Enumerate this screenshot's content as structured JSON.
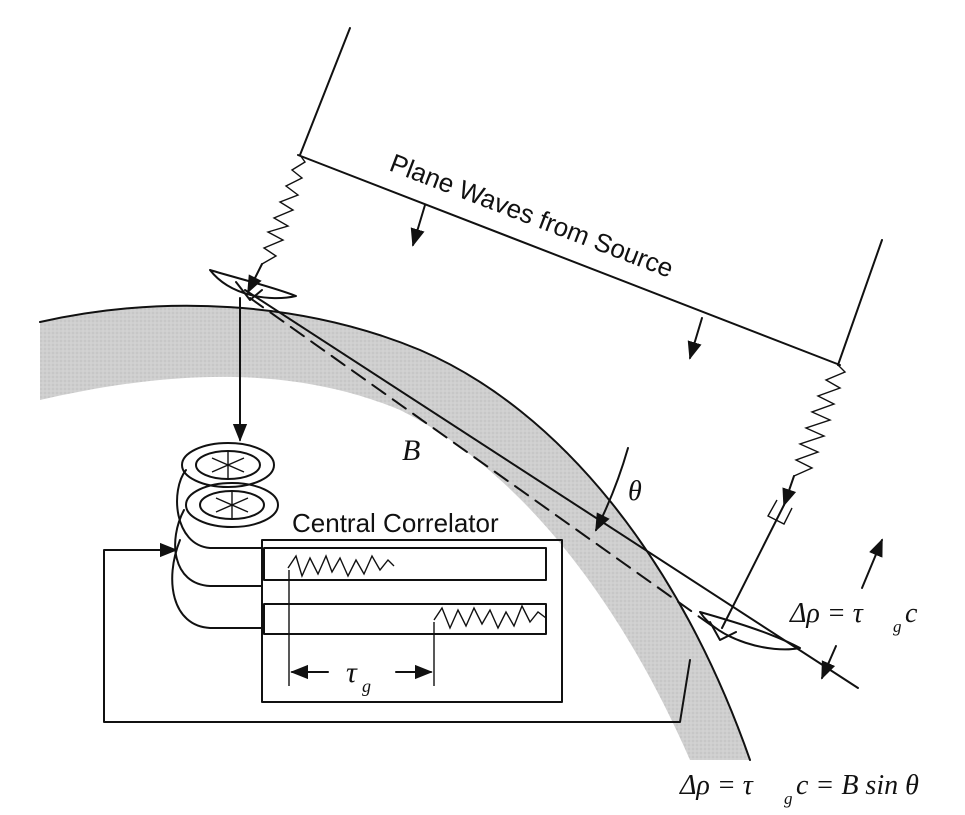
{
  "labels": {
    "plane_waves": "Plane Waves from Source",
    "baseline": "B",
    "angle": "θ",
    "correlator": "Central Correlator",
    "tau_g": "τ",
    "tau_sub": "g",
    "delta_rho_right": "Δρ = τ",
    "delta_rho_right_sub": "g",
    "delta_rho_right_tail": "c",
    "formula_bottom": "Δρ = τ",
    "formula_bottom_sub": "g",
    "formula_bottom_tail": "c = B sin θ"
  },
  "colors": {
    "earth": "#c9c9c9",
    "ink": "#111111"
  }
}
